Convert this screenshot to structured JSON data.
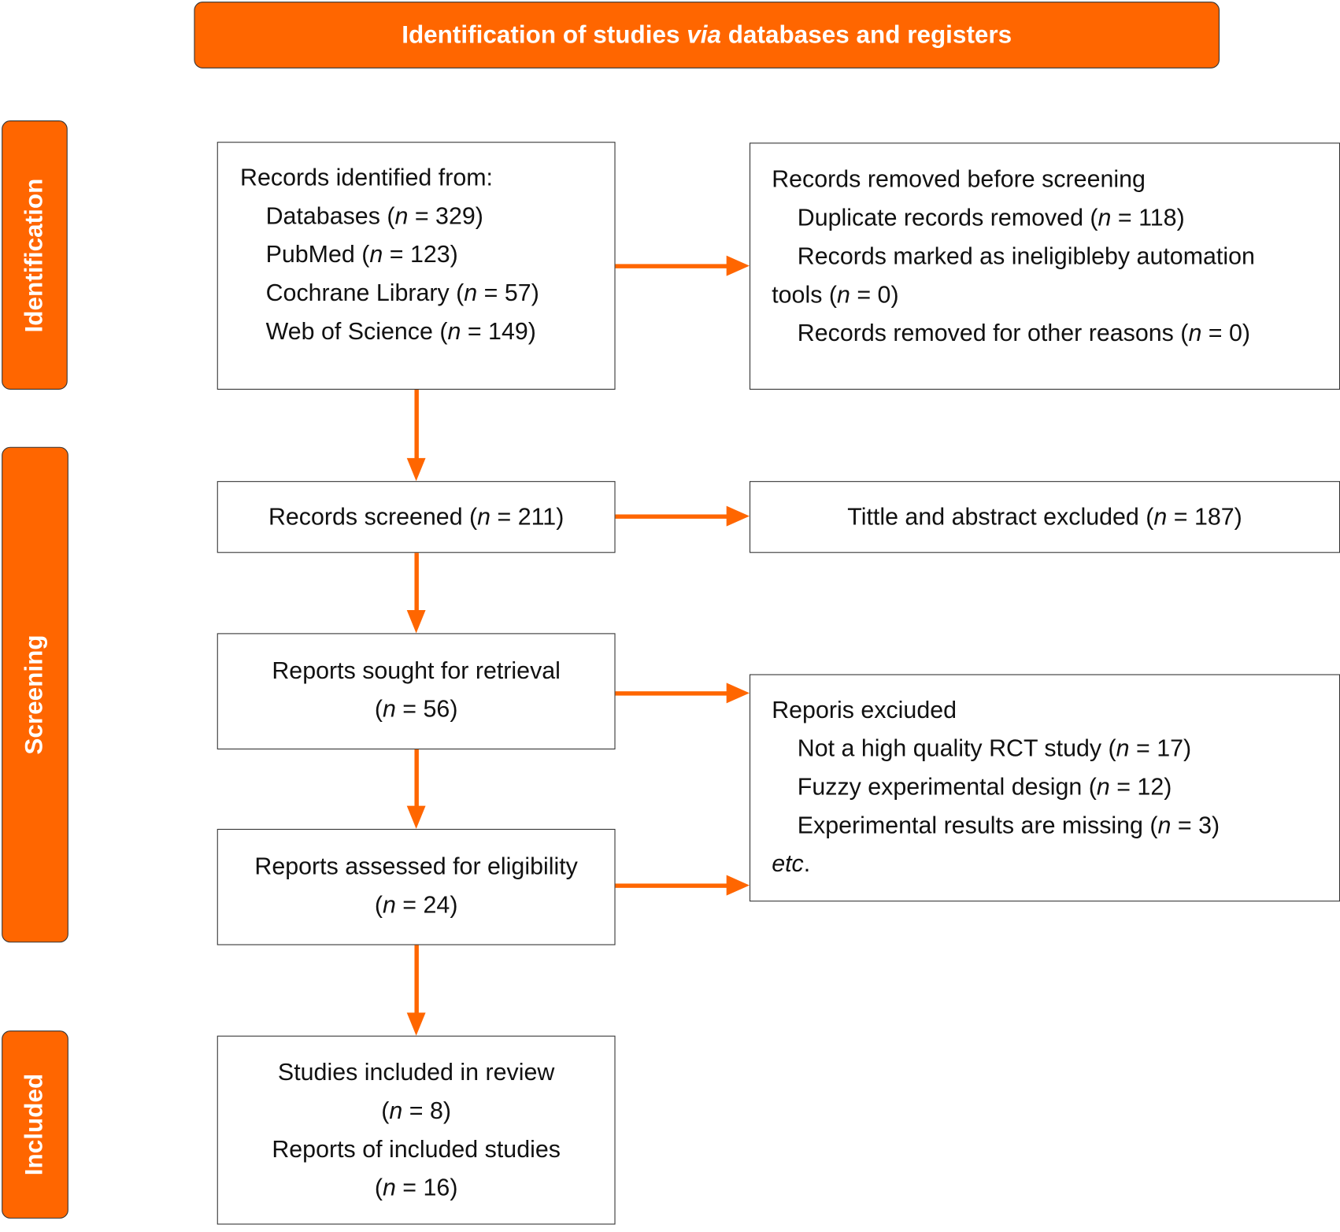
{
  "header": {
    "pre": "Identification of studies ",
    "via": "via",
    "post": " databases and registers"
  },
  "phases": {
    "identification": "Identification",
    "screening": "Screening",
    "included": "Included"
  },
  "n": "n",
  "identified": {
    "title": "Records identified from:",
    "items": [
      {
        "label": "Databases",
        "value": "329"
      },
      {
        "label": "PubMed",
        "value": "123"
      },
      {
        "label": "Cochrane Library",
        "value": "57"
      },
      {
        "label": "Web of Science",
        "value": "149"
      }
    ]
  },
  "removed": {
    "title": "Records removed before screening",
    "dup": {
      "label": "Duplicate records removed",
      "value": "118"
    },
    "auto_a": "Records marked as ineligibleby automation",
    "auto_b": "tools",
    "auto_value": "0",
    "other": {
      "label": "Records removed for other reasons",
      "value": "0"
    }
  },
  "screened": {
    "label": "Records screened",
    "value": "211"
  },
  "ta_excluded": {
    "label": "Tittle and abstract excluded",
    "value": "187"
  },
  "sought": {
    "label": "Reports sought for retrieval",
    "value": "56"
  },
  "reports_excluded": {
    "title": "Reporis exciuded",
    "items": [
      {
        "label": "Not a high quality RCT study",
        "value": "17"
      },
      {
        "label": "Fuzzy experimental design",
        "value": "12"
      },
      {
        "label": "Experimental results are missing",
        "value": "3"
      }
    ],
    "etc": "etc",
    "etc_dot": "."
  },
  "assessed": {
    "label": "Reports assessed for eligibility",
    "value": "24"
  },
  "included": {
    "studies_label": "Studies included in review",
    "studies_value": "8",
    "reports_label": "Reports of included studies",
    "reports_value": "16"
  },
  "colors": {
    "accent": "#FF6600",
    "border": "#333333"
  }
}
